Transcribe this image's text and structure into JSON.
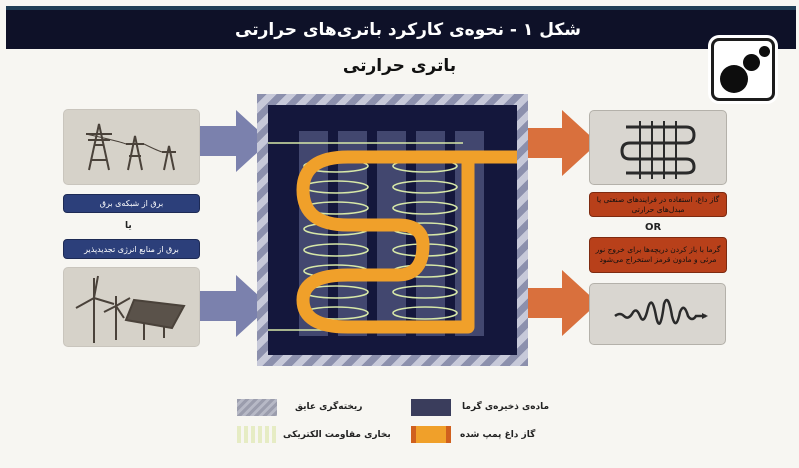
{
  "header": {
    "title": "شکل ۱ - نحوه‌ی کارکرد باتری‌های حرارتی",
    "band_color": "#0e1128"
  },
  "subtitle": "باتری حرارتی",
  "inputs": {
    "grid": {
      "icon": "transmission-towers-icon",
      "label": "برق از شبکه‌ی برق"
    },
    "connector": "یا",
    "renewable": {
      "icon": "wind-solar-icon",
      "label": "برق از منابع انرژی تجدیدپذیر"
    },
    "arrow_color": "#7b81ad"
  },
  "battery": {
    "name": "thermal-battery",
    "insulation_color": "#8c90ad",
    "storage_color": "#14173c",
    "pipe_color": "#f0a02a",
    "coil_color": "#d7e8a8"
  },
  "outputs": {
    "heat": {
      "icon": "heat-exchanger-icon",
      "label": "گاز داغ، استفاده در فرایندهای صنعتی یا مبدل‌های حرارتی"
    },
    "or_text": "OR",
    "electric": {
      "icon": "waveform-icon",
      "label": "گرما با باز کردن دریچه‌ها برای خروج نور مرئی و مادون قرمز استخراج می‌شود"
    },
    "arrow_color": "#d9703d"
  },
  "legend": [
    {
      "label": "ریخته‌گری عایق",
      "swatch": "insulation",
      "color": "#a5a7b6"
    },
    {
      "label": "ماده‌ی ذخیره‌ی گرما",
      "swatch": "storage",
      "color": "#3a3d5c"
    },
    {
      "label": "بخاری مقاومت الکتریکی",
      "swatch": "heater",
      "color": "#e6ecc4"
    },
    {
      "label": "گاز داغ پمپ شده",
      "swatch": "pumped-gas",
      "color": "#f0a02a"
    }
  ]
}
